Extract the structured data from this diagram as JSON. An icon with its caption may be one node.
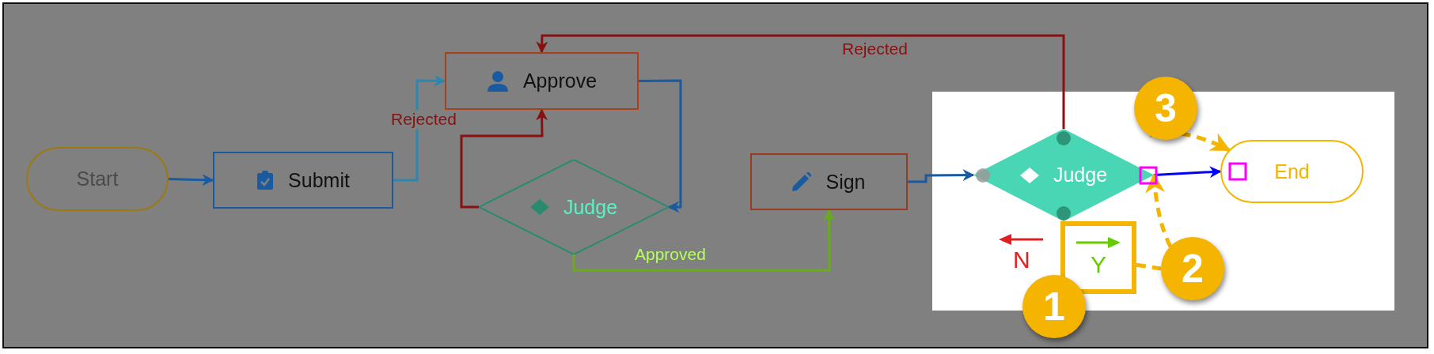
{
  "diagram": {
    "nodes": [
      {
        "text": [
          "Start"
        ]
      },
      {
        "text": [
          "Submit"
        ]
      },
      {
        "text": [
          "Approve"
        ]
      },
      {
        "text": [
          "Judge"
        ]
      },
      {
        "text": [
          "Sign"
        ]
      },
      {
        "text": [
          "Judge"
        ]
      },
      {
        "text": [
          "End"
        ]
      },
      {
        "text": [
          "Y"
        ]
      },
      {
        "text": [
          "1"
        ]
      },
      {
        "text": [
          "2"
        ]
      },
      {
        "text": [
          "3"
        ]
      }
    ],
    "edges": [
      {
        "from": 0,
        "to": 1,
        "arrow": "to",
        "color": "#1a5aa0"
      },
      {
        "from": 1,
        "to": 2,
        "arrow": "to",
        "color": "#2a88b0"
      },
      {
        "from": 2,
        "to": 3,
        "arrow": "to",
        "color": "#1a5aa0"
      },
      {
        "from": 3,
        "to": 2,
        "arrow": "to",
        "label": "Rejected",
        "color": "#8a1010"
      },
      {
        "from": 3,
        "to": 4,
        "arrow": "to",
        "label": "Approved",
        "color": "#6aaa20"
      },
      {
        "from": 4,
        "to": 5,
        "arrow": "to",
        "color": "#1a5aa0"
      },
      {
        "from": 5,
        "to": 2,
        "arrow": "to",
        "label": "Rejected",
        "color": "#8a1010"
      },
      {
        "from": 5,
        "to": 6,
        "arrow": "to",
        "color": "#0000ff"
      },
      {
        "from": 7,
        "to": 9,
        "arrow": "none",
        "style": "dashed",
        "color": "#f5b400"
      },
      {
        "from": 9,
        "to": 5,
        "arrow": "to",
        "style": "dashed",
        "color": "#f5b400"
      },
      {
        "from": 10,
        "to": 6,
        "arrow": "to",
        "style": "dashed",
        "color": "#f5b400"
      }
    ],
    "labels": [
      "N"
    ]
  }
}
